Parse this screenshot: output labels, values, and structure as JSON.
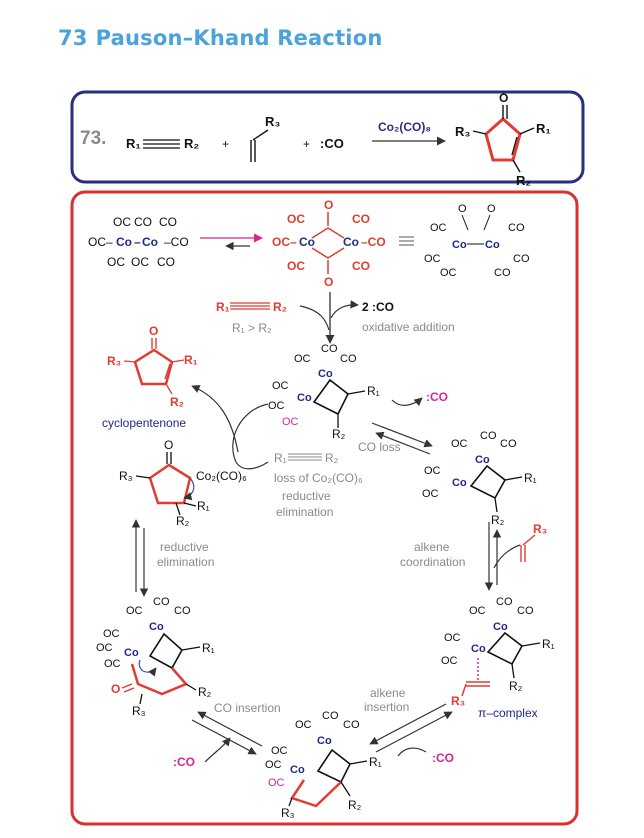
{
  "title": {
    "number": "73",
    "name": "Pauson–Khand Reaction"
  },
  "colors": {
    "title": "#4aa3dc",
    "box_top": "#2a2e7e",
    "box_main": "#d8322e",
    "red": "#e03c31",
    "cobalt": "#1f2a8a",
    "magenta": "#d6249b",
    "gray": "#8a8a8a"
  },
  "equation": {
    "number": "73.",
    "alkyne_r1": "R₁",
    "alkyne_r2": "R₂",
    "plus": "+",
    "alkene_r3": "R₃",
    "co": ":CO",
    "catalyst": "Co₂(CO)₈",
    "product_r1": "R₁",
    "product_r2": "R₂",
    "product_r3": "R₃",
    "product_o": "O"
  },
  "labels": {
    "oc": "OC",
    "co": "CO",
    "cob": "Co",
    "dashco": "–CO",
    "ocdash": "OC–",
    "r1": "R₁",
    "r2": "R₂",
    "r3": "R₃",
    "o": "O",
    "co_ligand": ":CO",
    "two_co": "2 :CO",
    "r1_gt_r2": "R₁ > R₂",
    "oxidative_addition": "oxidative addition",
    "co_loss": "CO loss",
    "alkene_coordination_1": "alkene",
    "alkene_coordination_2": "coordination",
    "pi_complex": "π–complex",
    "alkene_insertion_1": "alkene",
    "alkene_insertion_2": "insertion",
    "co_insertion": "CO insertion",
    "reductive_elimination_1": "reductive",
    "reductive_elimination_2": "elimination",
    "cyclopentenone": "cyclopentenone",
    "co2co6": "Co₂(CO)₆",
    "loss_of": "loss of Co₂(CO)₆",
    "reductive": "reductive",
    "elimination": "elimination"
  }
}
